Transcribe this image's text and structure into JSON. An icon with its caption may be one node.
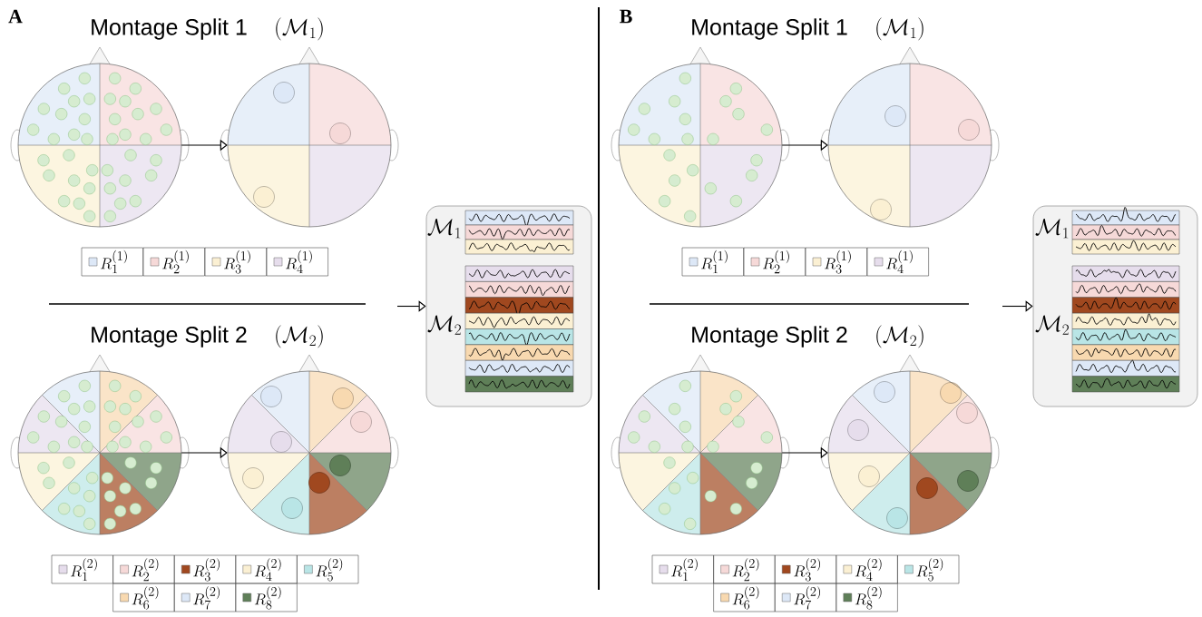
{
  "diagram": {
    "nodes": [
      {
        "text": [],
        "shape": "circle"
      },
      {
        "text": [],
        "shape": "circle"
      },
      {
        "text": [],
        "shape": "circle"
      },
      {
        "text": [],
        "shape": "circle"
      },
      {
        "text": [
          "\\mathcal{M}_1",
          "\\mathcal{M}_2"
        ]
      },
      {
        "text": [],
        "shape": "circle"
      },
      {
        "text": [],
        "shape": "circle"
      },
      {
        "text": [],
        "shape": "circle"
      },
      {
        "text": [],
        "shape": "circle"
      },
      {
        "text": [
          "\\mathcal{M}_1",
          "\\mathcal{M}_2"
        ]
      }
    ],
    "edges": [
      {
        "from": 0,
        "to": 1,
        "arrow": "to"
      },
      {
        "from": 2,
        "to": 3,
        "arrow": "to"
      },
      {
        "from": null,
        "to": 4,
        "arrow": "to"
      },
      {
        "from": 5,
        "to": 6,
        "arrow": "to"
      },
      {
        "from": 7,
        "to": 8,
        "arrow": "to"
      },
      {
        "from": null,
        "to": 9,
        "arrow": "to"
      }
    ],
    "labels": [
      "A",
      "Montage Split 1",
      "(\\mathcal{M}_1)",
      "Montage Split 2",
      "(\\mathcal{M}_2)",
      "B",
      "Montage Split 1",
      "(\\mathcal{M}_1)",
      "Montage Split 2",
      "(\\mathcal{M}_2)"
    ],
    "legend": [
      {
        "text": "R_1^{(1)}",
        "color": "#dde8f7"
      },
      {
        "text": "R_2^{(1)}",
        "color": "#f6d9d8"
      },
      {
        "text": "R_3^{(1)}",
        "color": "#fbf0d3"
      },
      {
        "text": "R_4^{(1)}",
        "color": "#e6ddec"
      },
      {
        "text": "R_1^{(2)}",
        "color": "#e6ddec"
      },
      {
        "text": "R_2^{(2)}",
        "color": "#f6d9d8"
      },
      {
        "text": "R_3^{(2)}",
        "color": "#a0481f"
      },
      {
        "text": "R_4^{(2)}",
        "color": "#fbf0d3"
      },
      {
        "text": "R_5^{(2)}",
        "color": "#b9e5e6"
      },
      {
        "text": "R_6^{(2)}",
        "color": "#f8d9b0"
      },
      {
        "text": "R_7^{(2)}",
        "color": "#dde8f7"
      },
      {
        "text": "R_8^{(2)}",
        "color": "#5f7f58"
      },
      {
        "text": "R_1^{(1)}",
        "color": "#dde8f7"
      },
      {
        "text": "R_2^{(1)}",
        "color": "#f6d9d8"
      },
      {
        "text": "R_3^{(1)}",
        "color": "#fbf0d3"
      },
      {
        "text": "R_4^{(1)}",
        "color": "#e6ddec"
      },
      {
        "text": "R_1^{(2)}",
        "color": "#e6ddec"
      },
      {
        "text": "R_2^{(2)}",
        "color": "#f6d9d8"
      },
      {
        "text": "R_3^{(2)}",
        "color": "#a0481f"
      },
      {
        "text": "R_4^{(2)}",
        "color": "#fbf0d3"
      },
      {
        "text": "R_5^{(2)}",
        "color": "#b9e5e6"
      },
      {
        "text": "R_6^{(2)}",
        "color": "#f8d9b0"
      },
      {
        "text": "R_7^{(2)}",
        "color": "#dde8f7"
      },
      {
        "text": "R_8^{(2)}",
        "color": "#5f7f58"
      }
    ]
  }
}
